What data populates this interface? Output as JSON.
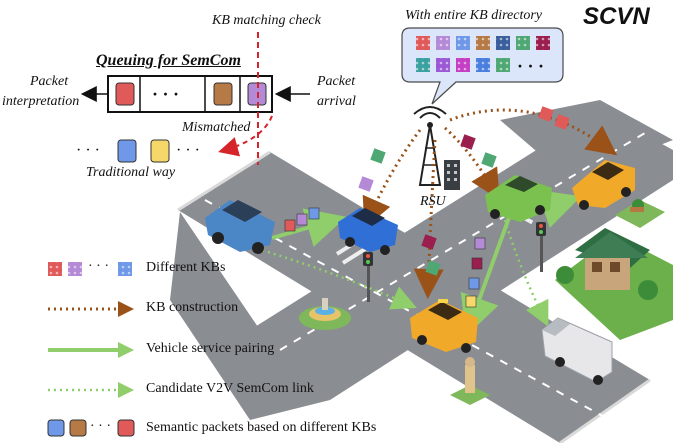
{
  "title": "SCVN",
  "rsu_label": "RSU",
  "directory_label": "With entire KB directory",
  "kb_check_label": "KB matching check",
  "queue_label": "Queuing for SemCom",
  "packet_interpretation_label": [
    "Packet",
    "interpretation"
  ],
  "packet_arrival_label": [
    "Packet",
    "arrival"
  ],
  "mismatched_label": "Mismatched",
  "traditional_label": "Traditional way",
  "ellipsis": "· · ·",
  "legend": [
    {
      "key": "kbs",
      "text": "Different KBs"
    },
    {
      "key": "construction",
      "text": "KB construction"
    },
    {
      "key": "pairing",
      "text": "Vehicle service pairing"
    },
    {
      "key": "candidate",
      "text": "Candidate V2V SemCom link"
    },
    {
      "key": "packets",
      "text": "Semantic packets based on different KBs"
    }
  ],
  "colors": {
    "road": "#8a8d92",
    "road_dark": "#5f6268",
    "kb_red": "#e05a5a",
    "kb_blue": "#6f98e8",
    "kb_orange": "#b57a45",
    "kb_purple": "#b48ad6",
    "kb_yellow": "#f6d86a",
    "kb_green": "#4fa873",
    "kb_magenta": "#9a1f4f",
    "construction": "#9a5218",
    "pairing": "#8fce6b",
    "check_line": "#d6242b",
    "bubble": "#dbe6fa"
  }
}
